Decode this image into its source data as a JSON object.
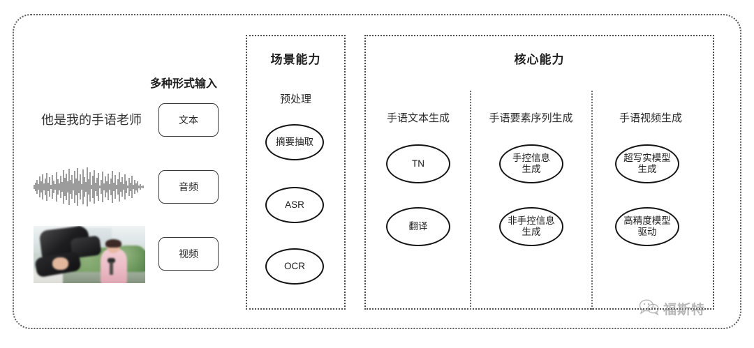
{
  "diagram": {
    "input_section": {
      "heading": "多种形式输入",
      "sentence": "他是我的手语老师",
      "modes": [
        {
          "label": "文本",
          "icon": "text-sample"
        },
        {
          "label": "音频",
          "icon": "audio-waveform"
        },
        {
          "label": "视频",
          "icon": "video-thumbnail"
        }
      ]
    },
    "scene_panel": {
      "title": "场景能力",
      "sub_label": "预处理",
      "nodes": [
        "摘要抽取",
        "ASR",
        "OCR"
      ]
    },
    "core_panel": {
      "title": "核心能力",
      "columns": [
        {
          "label": "手语文本生成",
          "nodes": [
            "TN",
            "翻译"
          ]
        },
        {
          "label": "手语要素序列生成",
          "nodes": [
            "手控信息\n生成",
            "非手控信息\n生成"
          ]
        },
        {
          "label": "手语视频生成",
          "nodes": [
            "超写实模型\n生成",
            "高精度模型\n驱动"
          ]
        }
      ]
    },
    "watermark": {
      "text": "福斯特",
      "icon": "wechat-icon"
    },
    "colors": {
      "background": "#ffffff",
      "frame": "#5a5a5a",
      "panel_border": "#4d4d4d",
      "node_border": "#141414",
      "text": "#1f1f1f",
      "watermark": "#8c8c8c"
    }
  }
}
